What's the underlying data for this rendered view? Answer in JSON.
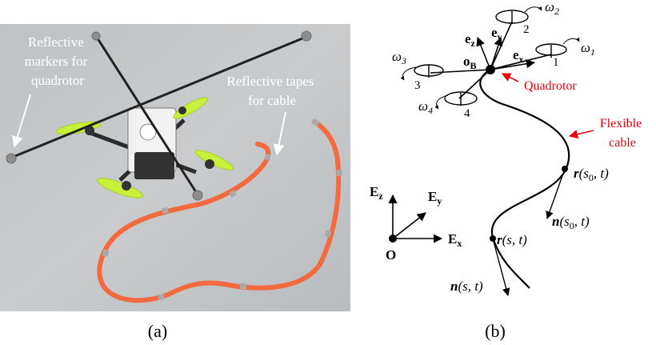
{
  "panel_a": {
    "caption": "(a)",
    "annotations": {
      "markers": [
        "Reflective",
        "markers for",
        "quadrotor"
      ],
      "tapes": [
        "Reflective tapes",
        "for cable"
      ]
    }
  },
  "panel_b": {
    "caption": "(b)",
    "omega": {
      "base": "ω",
      "s1": "1",
      "s2": "2",
      "s3": "3",
      "s4": "4"
    },
    "rotor_numbers": {
      "r1": "1",
      "r2": "2",
      "r3": "3",
      "r4": "4"
    },
    "body_frame": {
      "origin": "o",
      "origin_sub": "B",
      "e": "e",
      "x": "x",
      "y": "y",
      "z": "z"
    },
    "world_frame": {
      "origin": "O",
      "E": "E",
      "x": "x",
      "y": "y",
      "z": "z"
    },
    "quadrotor_label": "Quadrotor",
    "cable_label": [
      "Flexible",
      "cable"
    ],
    "points": {
      "r0": {
        "vec": "r",
        "args": "(s",
        "sub": "0",
        "rest": ", t)"
      },
      "n0": {
        "vec": "n",
        "args": "(s",
        "sub": "0",
        "rest": ", t)"
      },
      "r": {
        "vec": "r",
        "args": "(s, t)"
      },
      "n": {
        "vec": "n",
        "args": "(s, t)"
      }
    },
    "colors": {
      "accent_red": "#e8000b",
      "ink": "#000000"
    }
  }
}
